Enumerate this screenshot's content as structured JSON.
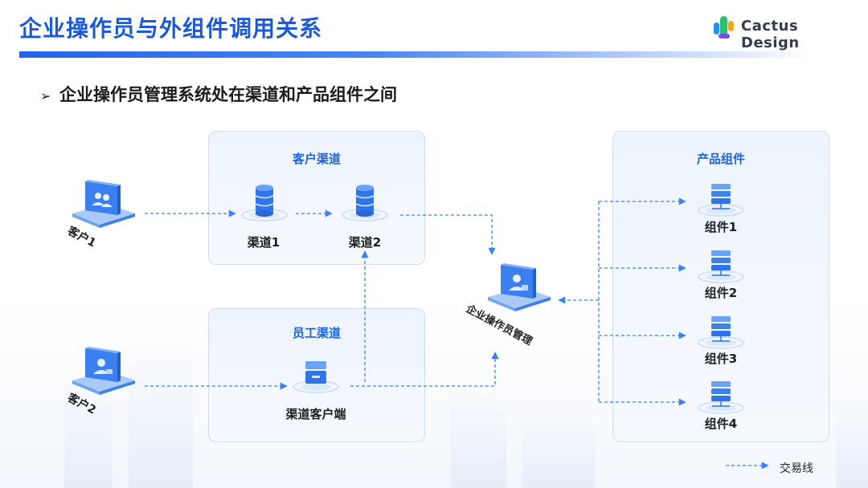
{
  "header": {
    "title": "企业操作员与外组件调用关系",
    "logo_text": "Cactus Design"
  },
  "subtitle": {
    "bullet": "➢",
    "text": "企业操作员管理系统处在渠道和产品组件之间"
  },
  "clients": {
    "client1": "客户1",
    "client2": "客户2"
  },
  "customer_channel": {
    "title": "客户渠道",
    "channel1": "渠道1",
    "channel2": "渠道2"
  },
  "employee_channel": {
    "title": "员工渠道",
    "client": "渠道客户端"
  },
  "management": {
    "label": "企业操作员管理"
  },
  "product_components": {
    "title": "产品组件",
    "items": [
      "组件1",
      "组件2",
      "组件3",
      "组件4"
    ]
  },
  "legend": {
    "label": "交易线"
  },
  "colors": {
    "accent": "#1a63e0",
    "line": "#3b82f6",
    "panel_border": "#cdddf4"
  },
  "icons": {
    "client": "monitor-users-icon",
    "channel": "database-icon",
    "channel_client": "server-box-icon",
    "management": "monitor-user-icon",
    "component": "server-rack-icon"
  }
}
